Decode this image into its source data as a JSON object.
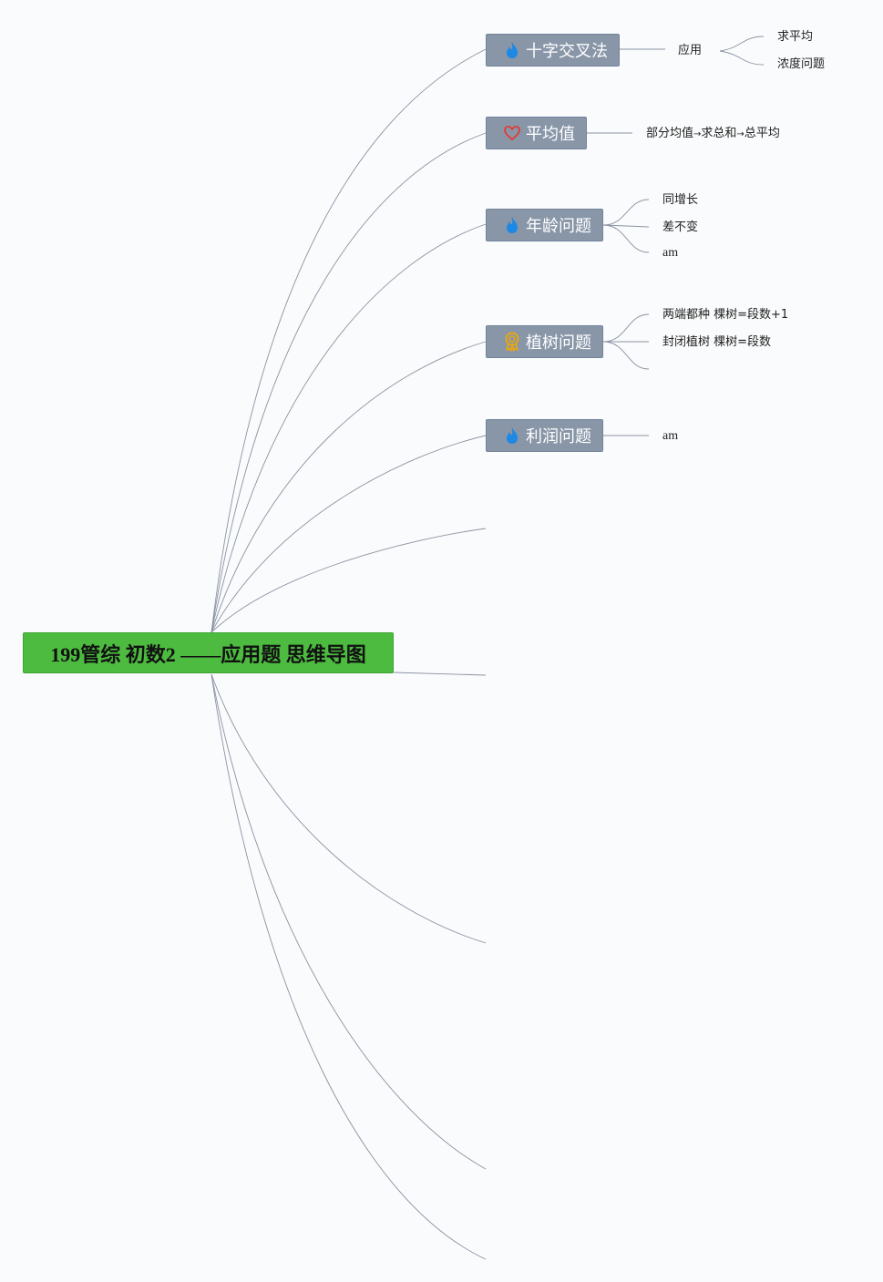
{
  "root": {
    "title": "199管综 初数2 ——应用题 思维导图"
  },
  "topics": [
    {
      "label": "十字交叉法",
      "icon": "flame-icon",
      "icon_color": "#1e88e5"
    },
    {
      "label": "平均值",
      "icon": "heart-icon",
      "icon_color": "#e53935"
    },
    {
      "label": "年龄问题",
      "icon": "flame-icon",
      "icon_color": "#1e88e5"
    },
    {
      "label": "植树问题",
      "icon": "badge-icon",
      "icon_color": "#f2a900"
    },
    {
      "label": "利润问题",
      "icon": "flame-icon",
      "icon_color": "#1e88e5"
    }
  ],
  "details": {
    "cross_method": {
      "application": "应用",
      "subitems": [
        "求平均",
        "浓度问题"
      ]
    },
    "average": {
      "part1": "部分均值",
      "arrow": "→",
      "part2": "求总和",
      "part3": "总平均"
    },
    "age": {
      "items": [
        "同增长",
        "差不变",
        "am"
      ]
    },
    "tree": {
      "items": [
        "两端都种 棵树=段数+1",
        "封闭植树 棵树=段数"
      ]
    },
    "profit": {
      "items": [
        "am"
      ]
    }
  },
  "colors": {
    "root_bg": "#4cbb3f",
    "topic_bg": "#8896a8",
    "link": "#8a93a3"
  }
}
